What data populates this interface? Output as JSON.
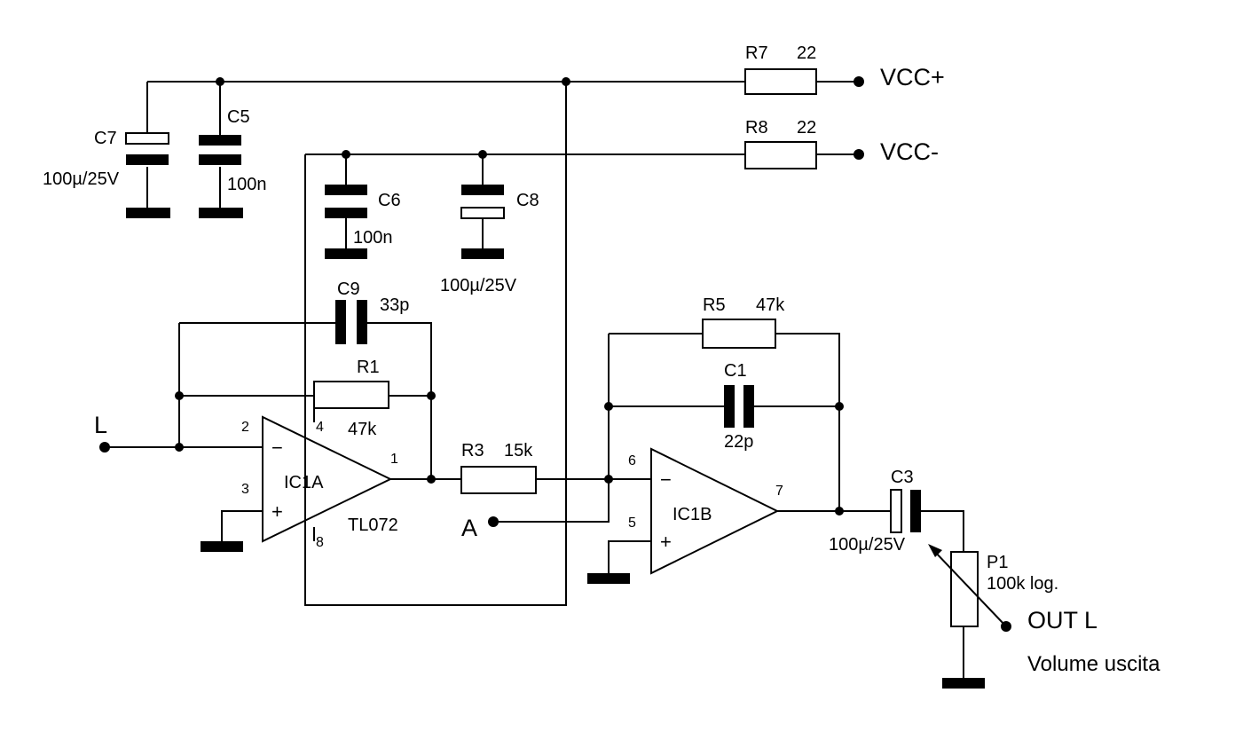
{
  "power": {
    "vcc_pos": "VCC+",
    "vcc_neg": "VCC-",
    "r7": {
      "ref": "R7",
      "value": "22"
    },
    "r8": {
      "ref": "R8",
      "value": "22"
    }
  },
  "capacitors": {
    "c7": {
      "ref": "C7",
      "value": "100µ/25V"
    },
    "c5": {
      "ref": "C5",
      "value": "100n"
    },
    "c6": {
      "ref": "C6",
      "value": "100n"
    },
    "c8": {
      "ref": "C8",
      "value": "100µ/25V"
    },
    "c9": {
      "ref": "C9",
      "value": "33p"
    },
    "c1": {
      "ref": "C1",
      "value": "22p"
    },
    "c3": {
      "ref": "C3",
      "value": "100µ/25V"
    }
  },
  "resistors": {
    "r1": {
      "ref": "R1",
      "value": "47k"
    },
    "r3": {
      "ref": "R3",
      "value": "15k"
    },
    "r5": {
      "ref": "R5",
      "value": "47k"
    }
  },
  "opamps": {
    "ic1a": {
      "ref": "IC1A",
      "part": "TL072",
      "minus": "−",
      "plus": "+",
      "pin_inv": "2",
      "pin_noninv": "3",
      "pin_out": "1",
      "pin_vneg": "4",
      "pin_vpos": "8"
    },
    "ic1b": {
      "ref": "IC1B",
      "minus": "−",
      "plus": "+",
      "pin_inv": "6",
      "pin_noninv": "5",
      "pin_out": "7"
    }
  },
  "pot": {
    "ref": "P1",
    "value": "100k log."
  },
  "nets": {
    "input_l": "L",
    "node_a": "A",
    "out_l": "OUT L",
    "out_desc": "Volume uscita"
  }
}
